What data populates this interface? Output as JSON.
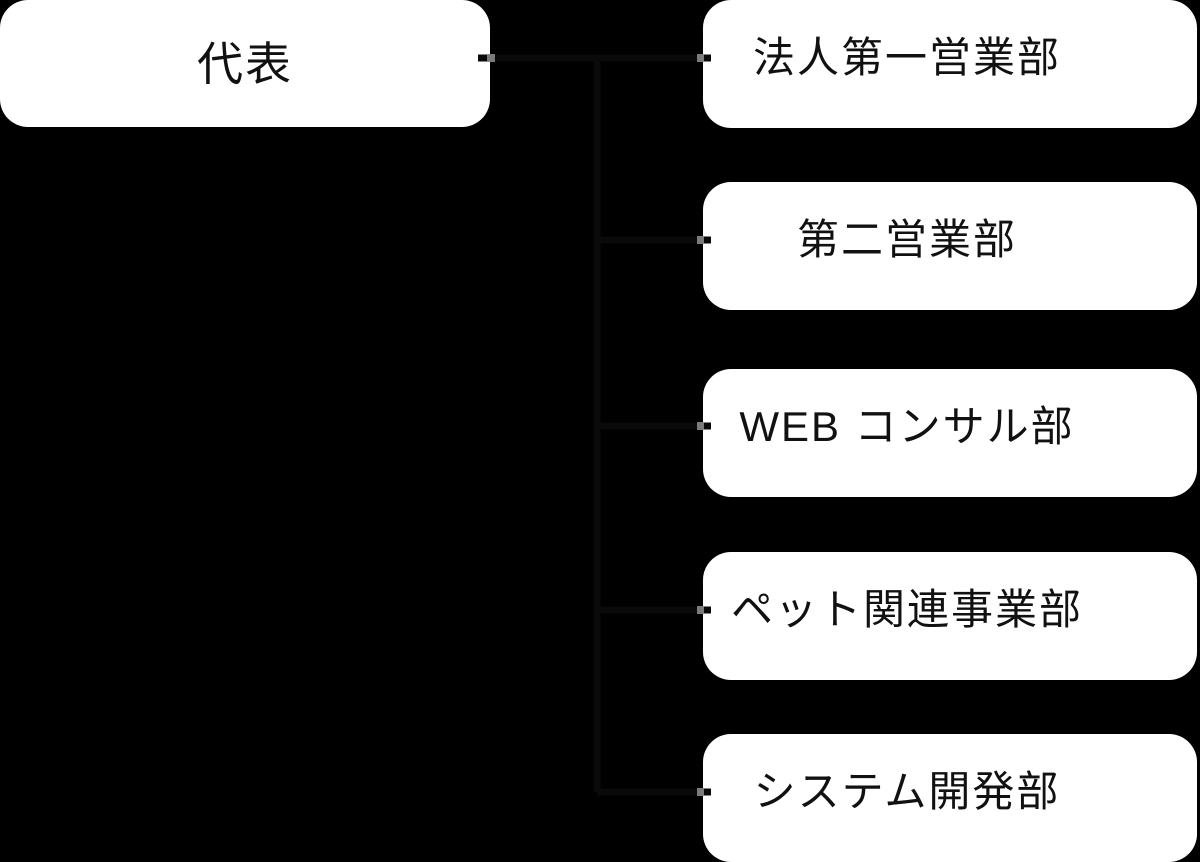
{
  "colors": {
    "background": "#000000",
    "node-fill": "#ffffff",
    "node-text": "#111111",
    "connector": "#0a0a0a",
    "junction-tick": "#8f8f8f"
  },
  "org_chart": {
    "type": "organization-chart",
    "root": {
      "label": "代表"
    },
    "departments": [
      {
        "label": "法人第一営業部"
      },
      {
        "label": "第二営業部"
      },
      {
        "label": "WEB コンサル部"
      },
      {
        "label": "ペット関連事業部"
      },
      {
        "label": "システム開発部"
      }
    ]
  }
}
